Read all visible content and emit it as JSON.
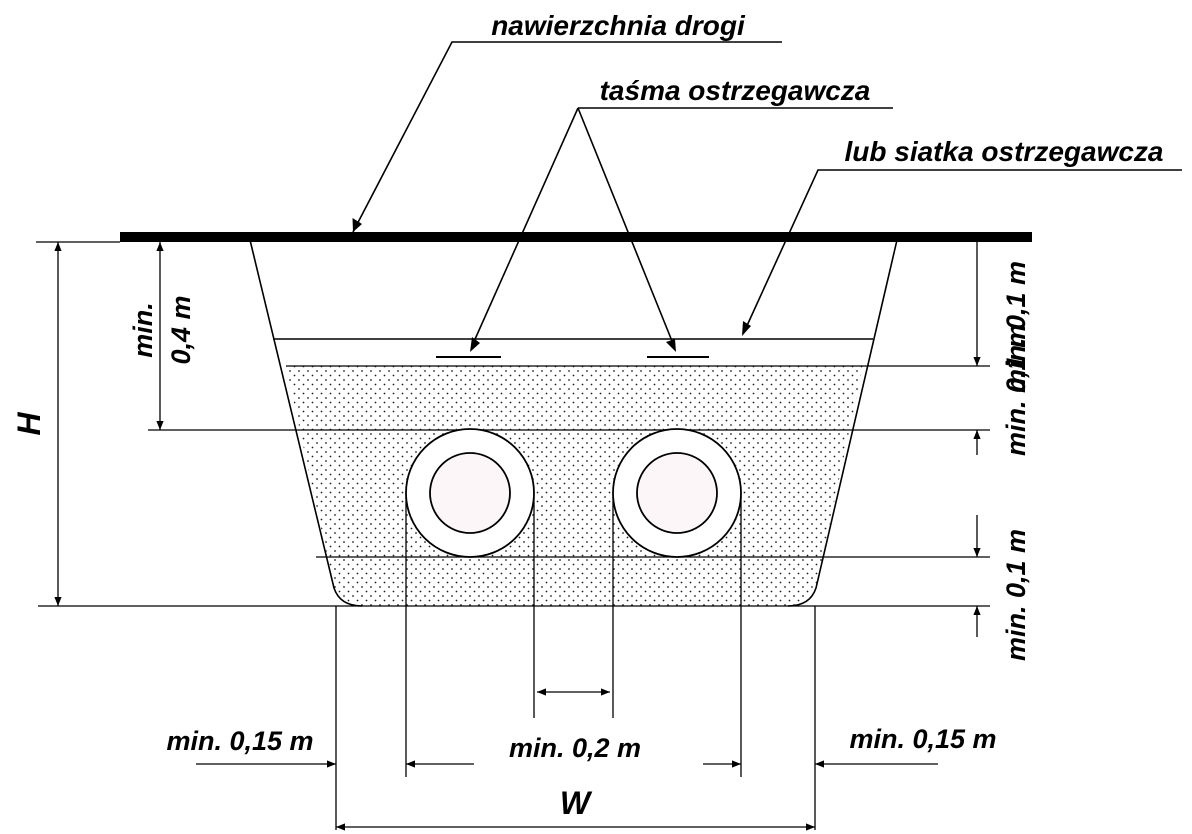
{
  "labels": {
    "road_surface": "nawierzchnia drogi",
    "warning_tape": "taśma ostrzegawcza",
    "warning_net": "lub siatka ostrzegawcza",
    "height": "H",
    "width": "W",
    "cover_min_line1": "min.",
    "cover_min_line2": "0,4 m",
    "tape_above_bedding": "min. 0,1 m",
    "bedding_above_pipe": "min. 0,1 m",
    "bedding_below_pipe": "min. 0,1 m",
    "side_left": "min. 0,15 m",
    "pipe_gap": "min. 0,2 m",
    "side_right": "min. 0,15 m"
  },
  "colors": {
    "ink": "#000000",
    "background": "#ffffff",
    "pipe_inner": "#fdf6f8",
    "dot": "#222222"
  }
}
